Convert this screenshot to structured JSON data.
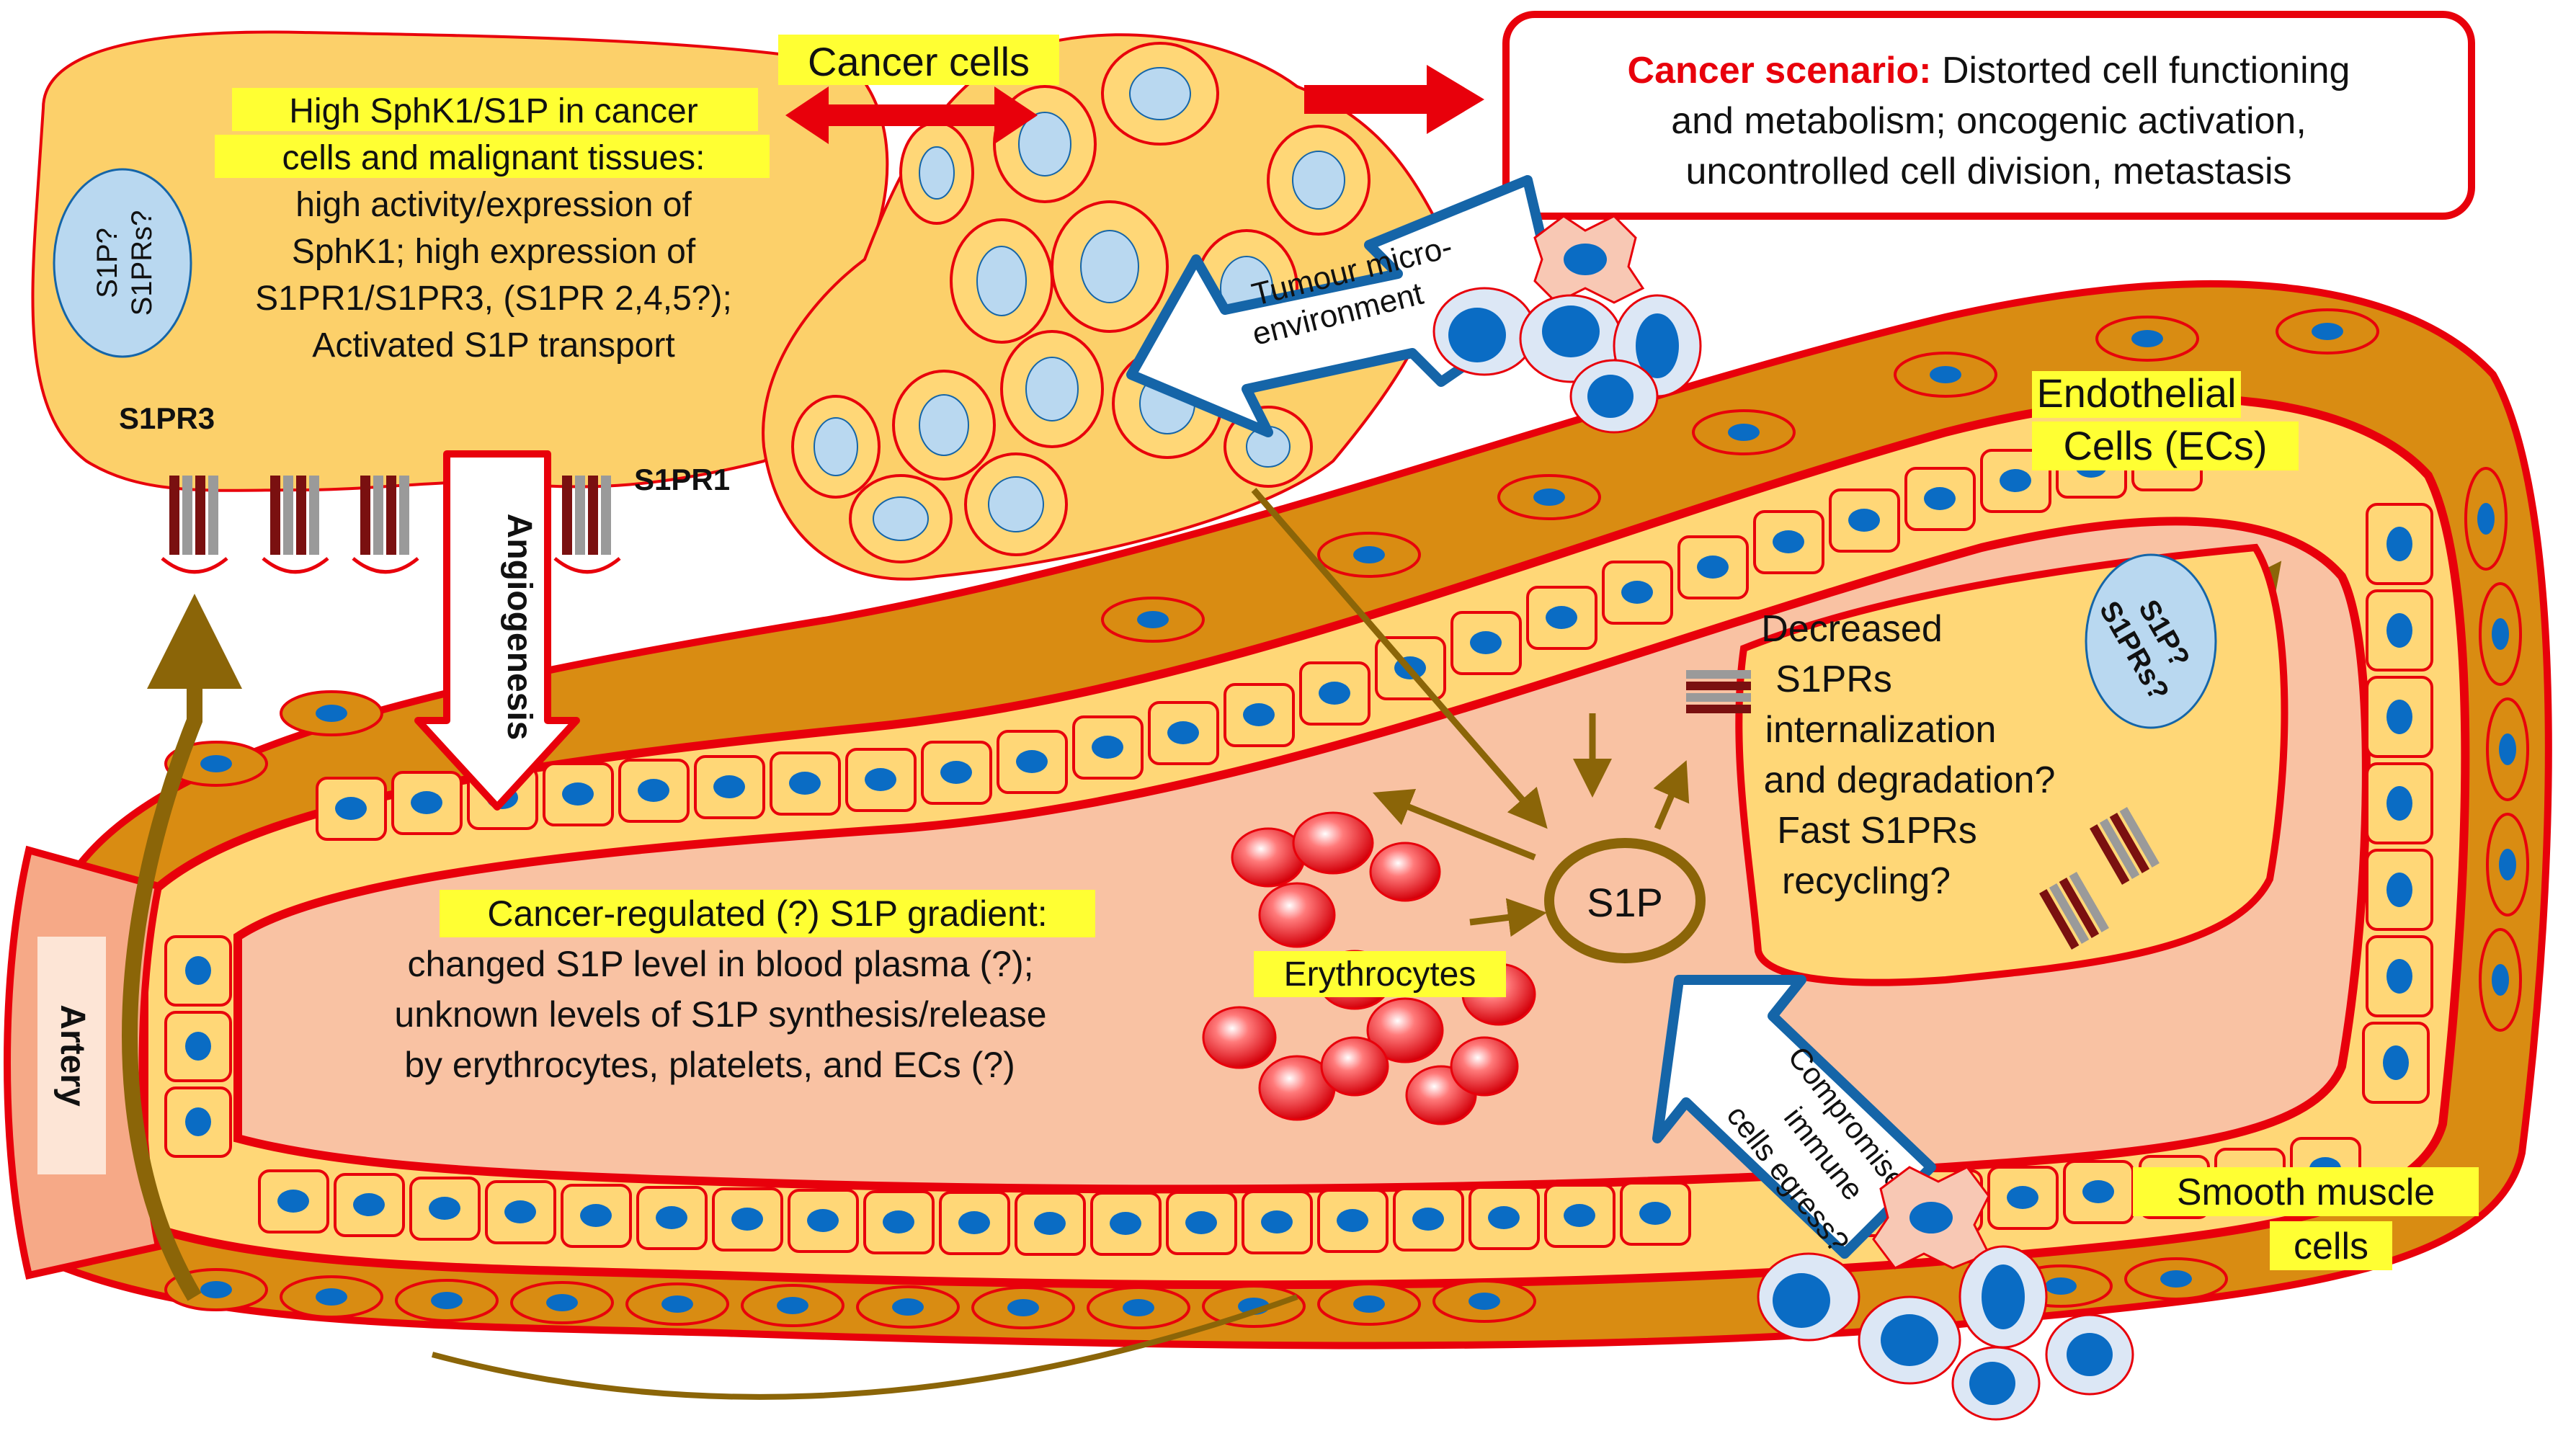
{
  "labels": {
    "cancer_cells": "Cancer cells",
    "cancer_scenario_title": "Cancer scenario:",
    "cancer_scenario_lines": [
      "Distorted cell functioning",
      "and metabolism; oncogenic activation,",
      "uncontrolled cell division, metastasis"
    ],
    "high_sphk1_lines": [
      "High SphK1/S1P in cancer",
      "cells and malignant tissues:"
    ],
    "sphk1_detail_lines": [
      "high activity/expression of",
      "SphK1; high expression of",
      "S1PR1/S1PR3, (S1PR 2,4,5?);",
      "Activated S1P transport"
    ],
    "s1p_q_left": [
      "S1P?",
      "S1PRs?"
    ],
    "s1p_q_right": [
      "S1P?",
      "S1PRs?"
    ],
    "s1pr3": "S1PR3",
    "s1pr1": "S1PR1",
    "tumour_arrow_lines": [
      "Tumour micro-",
      "environment"
    ],
    "angiogenesis": "Angiogenesis",
    "endothelial_lines": [
      "Endothelial",
      "Cells (ECs)"
    ],
    "decreased_lines": [
      "Decreased",
      "S1PRs",
      "internalization",
      "and degradation?",
      "Fast S1PRs",
      "recycling?"
    ],
    "gradient_title": "Cancer-regulated (?) S1P gradient:",
    "gradient_lines": [
      "changed S1P level in blood plasma (?);",
      "unknown levels of S1P synthesis/release",
      "by erythrocytes, platelets, and ECs (?)"
    ],
    "s1p": "S1P",
    "erythrocytes": "Erythrocytes",
    "immune_arrow_lines": [
      "Compromised",
      "immune",
      "cells egress?"
    ],
    "smooth_muscle_lines": [
      "Smooth muscle",
      "cells"
    ],
    "artery": "Artery"
  },
  "colors": {
    "red": "#e8000b",
    "cell_yellow": "#ffd777",
    "tumour_fill": "#fcd06a",
    "smooth_muscle": "#d98c12",
    "nucleus_blue": "#0a6cc4",
    "nucleus_light": "#b9d8f0",
    "lumen": "#f9c2a3",
    "brown": "#8b6508",
    "arrow_blue": "#1565a8",
    "highlight": "#ffff33"
  }
}
